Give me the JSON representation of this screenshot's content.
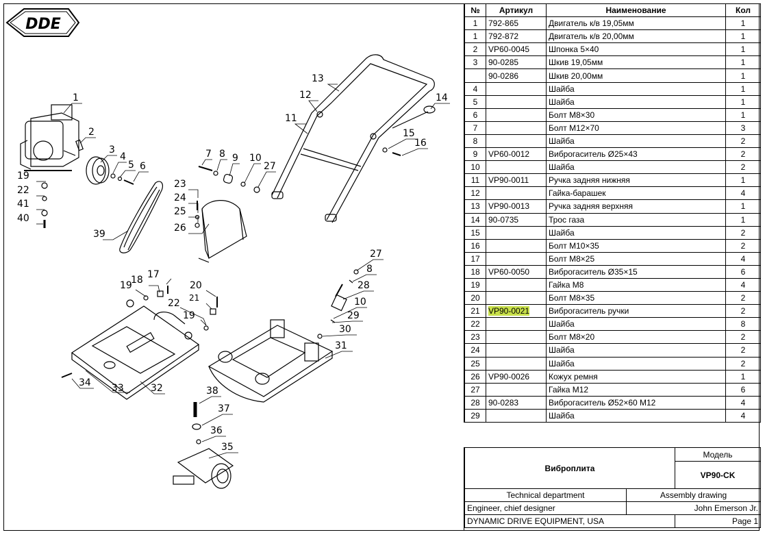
{
  "logo": {
    "text": "DDE"
  },
  "parts_table": {
    "headers": {
      "num": "№",
      "article": "Артикул",
      "name": "Наименование",
      "qty": "Кол"
    },
    "rows": [
      {
        "num": "1",
        "article": "792-865",
        "name": "Двигатель к/в 19,05мм",
        "qty": "1"
      },
      {
        "num": "1",
        "article": "792-872",
        "name": "Двигатель к/в 20,00мм",
        "qty": "1"
      },
      {
        "num": "2",
        "article": "VP60-0045",
        "name": "Шпонка 5×40",
        "qty": "1"
      },
      {
        "num": "3",
        "article": "90-0285",
        "name": "Шкив 19,05мм",
        "qty": "1"
      },
      {
        "num": "",
        "article": "90-0286",
        "name": "Шкив 20,00мм",
        "qty": "1"
      },
      {
        "num": "4",
        "article": "",
        "name": "Шайба",
        "qty": "1"
      },
      {
        "num": "5",
        "article": "",
        "name": "Шайба",
        "qty": "1"
      },
      {
        "num": "6",
        "article": "",
        "name": "Болт М8×30",
        "qty": "1"
      },
      {
        "num": "7",
        "article": "",
        "name": "Болт М12×70",
        "qty": "3"
      },
      {
        "num": "8",
        "article": "",
        "name": "Шайба",
        "qty": "2"
      },
      {
        "num": "9",
        "article": "VP60-0012",
        "name": "Виброгаситель Ø25×43",
        "qty": "2"
      },
      {
        "num": "10",
        "article": "",
        "name": "Шайба",
        "qty": "2"
      },
      {
        "num": "11",
        "article": "VP90-0011",
        "name": "Ручка задняя нижняя",
        "qty": "1"
      },
      {
        "num": "12",
        "article": "",
        "name": "Гайка-барашек",
        "qty": "4"
      },
      {
        "num": "13",
        "article": "VP90-0013",
        "name": "Ручка задняя верхняя",
        "qty": "1"
      },
      {
        "num": "14",
        "article": "90-0735",
        "name": "Трос газа",
        "qty": "1"
      },
      {
        "num": "15",
        "article": "",
        "name": "Шайба",
        "qty": "2"
      },
      {
        "num": "16",
        "article": "",
        "name": "Болт М10×35",
        "qty": "2"
      },
      {
        "num": "17",
        "article": "",
        "name": "Болт М8×25",
        "qty": "4"
      },
      {
        "num": "18",
        "article": "VP60-0050",
        "name": "Виброгаситель Ø35×15",
        "qty": "6"
      },
      {
        "num": "19",
        "article": "",
        "name": "Гайка М8",
        "qty": "4"
      },
      {
        "num": "20",
        "article": "",
        "name": "Болт М8×35",
        "qty": "2"
      },
      {
        "num": "21",
        "article": "VP90-0021",
        "name": "Виброгаситель ручки",
        "qty": "2",
        "highlight": true
      },
      {
        "num": "22",
        "article": "",
        "name": "Шайба",
        "qty": "8"
      },
      {
        "num": "23",
        "article": "",
        "name": "Болт М8×20",
        "qty": "2"
      },
      {
        "num": "24",
        "article": "",
        "name": "Шайба",
        "qty": "2"
      },
      {
        "num": "25",
        "article": "",
        "name": "Шайба",
        "qty": "2"
      },
      {
        "num": "26",
        "article": "VP90-0026",
        "name": "Кожух ремня",
        "qty": "1"
      },
      {
        "num": "27",
        "article": "",
        "name": "Гайка М12",
        "qty": "6"
      },
      {
        "num": "28",
        "article": "90-0283",
        "name": "Виброгаситель Ø52×60 М12",
        "qty": "4"
      },
      {
        "num": "29",
        "article": "",
        "name": "Шайба",
        "qty": "4"
      }
    ]
  },
  "title_block": {
    "title": "Виброплита",
    "model_label": "Модель",
    "model_code": "VP90-CK",
    "department": "Technical department",
    "drawing_type": "Assembly drawing",
    "role": "Engineer, chief designer",
    "person": "John Emerson Jr.",
    "company": "DYNAMIC DRIVE EQUIPMENT, USA",
    "page": "Page 1"
  },
  "callouts": [
    "1",
    "2",
    "3",
    "4",
    "5",
    "6",
    "7",
    "8",
    "9",
    "10",
    "27",
    "11",
    "12",
    "13",
    "14",
    "15",
    "16",
    "19",
    "22",
    "41",
    "40",
    "23",
    "24",
    "25",
    "26",
    "39",
    "27",
    "8",
    "28",
    "10",
    "29",
    "30",
    "31",
    "18",
    "17",
    "19",
    "20",
    "21",
    "22",
    "19",
    "34",
    "33",
    "32",
    "38",
    "37",
    "36",
    "35"
  ],
  "highlight_color": "#c8e04a"
}
